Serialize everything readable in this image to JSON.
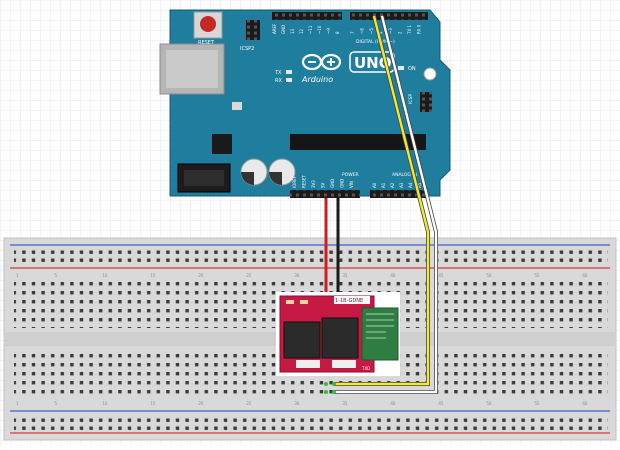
{
  "colors": {
    "grid": "#dfe4ea",
    "board": "#1f7d9e",
    "board_dark": "#176a87",
    "breadboard": "#d9d9d9",
    "breadboard_hole": "#3a3a3a",
    "rail_red": "#d13b3b",
    "rail_blue": "#3b5fd1",
    "wire_red": "#cc1f1f",
    "wire_black": "#1a1a1a",
    "wire_yellow": "#f2ea2a",
    "wire_white": "#ffffff",
    "module_pcb": "#c61a44",
    "module_green": "#2f7d43",
    "relay_body": "#2b2b2b"
  },
  "arduino": {
    "reset_label": "RESET",
    "icsp2_label": "ICSP2",
    "brand_label": "Arduino",
    "model_label": "UNO",
    "digital_label": "DIGITAL (PWM ~)",
    "tx_label": "TX",
    "rx_label": "RX",
    "on_label": "ON",
    "icsp_label": "ICSP",
    "power_label": "POWER",
    "analog_label": "ANALOG IN",
    "power_pins": [
      "IOREF",
      "RESET",
      "3V3",
      "5V",
      "GND",
      "GND",
      "VIN"
    ],
    "analog_pins": [
      "A0",
      "A1",
      "A2",
      "A3",
      "A4",
      "A5"
    ],
    "digital_top_pins": [
      "AREF",
      "GND",
      "13",
      "12",
      "~11",
      "~10",
      "~9",
      "8"
    ],
    "digital_pins": [
      "7",
      "~6",
      "~5",
      "4",
      "~3",
      "2",
      "TX 1",
      "RX 0"
    ]
  },
  "module": {
    "label": "1-1B-GDNE",
    "pin_label": "TXD"
  },
  "breadboard": {
    "column_numbers": [
      "1",
      "5",
      "10",
      "15",
      "20",
      "25",
      "30",
      "35",
      "40",
      "45",
      "50",
      "55",
      "60"
    ]
  }
}
